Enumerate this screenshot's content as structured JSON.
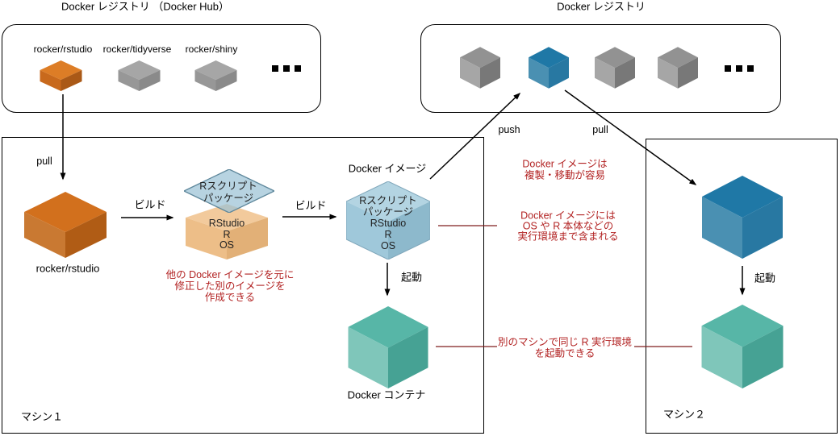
{
  "diagram": {
    "registry_hub": {
      "title": "Docker レジストリ （Docker Hub）",
      "images": [
        "rocker/rstudio",
        "rocker/tidyverse",
        "rocker/shiny"
      ],
      "ellipsis": "..."
    },
    "registry": {
      "title": "Docker レジストリ",
      "ellipsis": "..."
    },
    "machine1": {
      "label": "マシン１",
      "pull_label": "pull",
      "base_image_label": "rocker/rstudio",
      "build_label_1": "ビルド",
      "build_label_2": "ビルド",
      "launch_label": "起動",
      "image_title": "Docker イメージ",
      "container_label": "Docker コンテナ",
      "layer_top_lines": [
        "Rスクリプト",
        "パッケージ"
      ],
      "layer_base_lines": [
        "RStudio",
        "R",
        "OS"
      ],
      "image_lines": [
        "Rスクリプト",
        "パッケージ",
        "RStudio",
        "R",
        "OS"
      ]
    },
    "machine2": {
      "label": "マシン２",
      "launch_label": "起動"
    },
    "transfer": {
      "push_label": "push",
      "pull_label": "pull"
    },
    "annotations": {
      "modify": [
        "他の Docker イメージを元に",
        "修正した別のイメージを",
        "作成できる"
      ],
      "copy_easy": [
        "Docker イメージは",
        "複製・移動が容易"
      ],
      "contains": [
        "Docker イメージには",
        "OS や R 本体などの",
        "実行環境まで含まれる"
      ],
      "same_env": [
        "別のマシンで同じ R 実行環境",
        "を起動できる"
      ]
    }
  },
  "colors": {
    "annotation_text": "#B22222",
    "annotation_line": "#7F1D1D",
    "line": "#000000",
    "orange_flat": {
      "top": "#DD7D26",
      "left": "#C8691C",
      "right": "#AA5917"
    },
    "orange_big": {
      "top": "#D2701D",
      "left": "#C97932",
      "right": "#B05C15"
    },
    "gray_flat": {
      "top": "#A6A6A6",
      "left": "#979797",
      "right": "#8A8A8A"
    },
    "gray_cube": {
      "top": "#929292",
      "left": "#A6A6A6",
      "right": "#787878"
    },
    "blue_cube": {
      "top": "#1F78A6",
      "left": "#4A90B2",
      "right": "#2878A2"
    },
    "teal_cube": {
      "top": "#57B6A7",
      "left": "#7FC6BA",
      "right": "#46A294"
    },
    "hex_cube": {
      "top": "#B3D4E2",
      "left": "#9FC8DA",
      "right": "#8DB9CC",
      "stroke": "#7FA6BA"
    },
    "layer_blue": {
      "fill": "#9BC2D6",
      "stroke": "#5E879B"
    },
    "layer_tan": {
      "top": "#F2CA9C",
      "left": "#EDBE88",
      "right": "#E2B077",
      "stroke": "#C79A5B"
    }
  }
}
